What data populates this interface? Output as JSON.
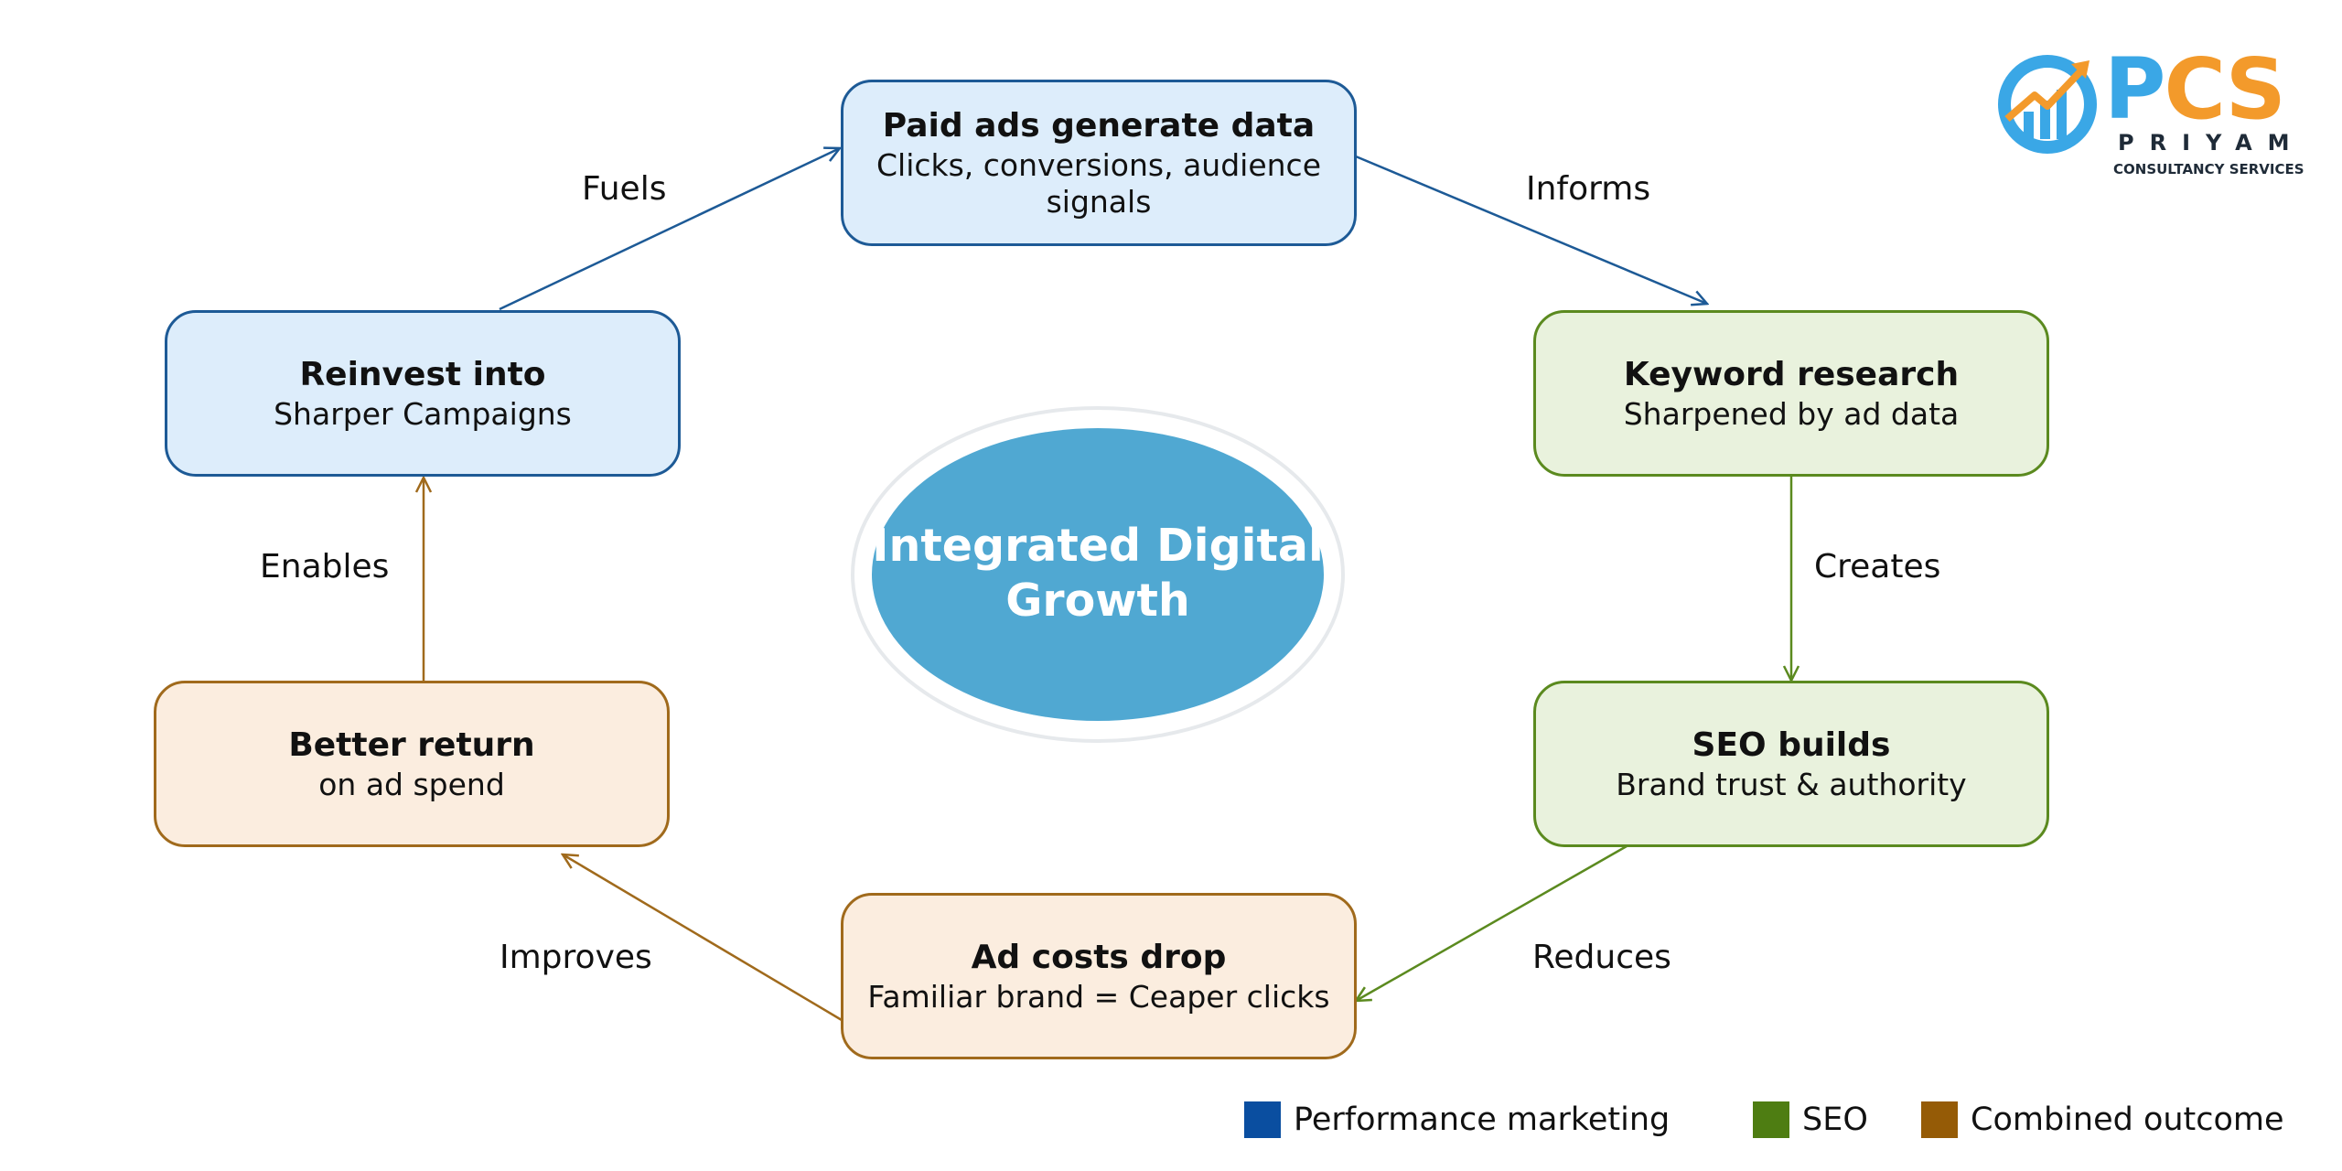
{
  "center": {
    "title": "Integrated Digital\nGrowth",
    "fill_color": "#50a8d2"
  },
  "nodes": [
    {
      "id": "paid-ads",
      "title": "Paid ads generate data",
      "subtitle": "Clicks, conversions, audience\nsignals",
      "category": "performance"
    },
    {
      "id": "keyword-research",
      "title": "Keyword research",
      "subtitle": "Sharpened by ad data",
      "category": "seo"
    },
    {
      "id": "seo-builds",
      "title": "SEO builds",
      "subtitle": "Brand trust & authority",
      "category": "seo"
    },
    {
      "id": "ad-costs",
      "title": "Ad costs drop",
      "subtitle": "Familiar brand = Ceaper clicks",
      "category": "combined"
    },
    {
      "id": "better-return",
      "title": "Better return",
      "subtitle": "on ad spend",
      "category": "combined"
    },
    {
      "id": "reinvest",
      "title": "Reinvest into",
      "subtitle": "Sharper Campaigns",
      "category": "performance"
    }
  ],
  "edges": [
    {
      "from": "paid-ads",
      "to": "keyword-research",
      "label": "Informs",
      "category": "performance"
    },
    {
      "from": "keyword-research",
      "to": "seo-builds",
      "label": "Creates",
      "category": "seo"
    },
    {
      "from": "seo-builds",
      "to": "ad-costs",
      "label": "Reduces",
      "category": "seo"
    },
    {
      "from": "ad-costs",
      "to": "better-return",
      "label": "Improves",
      "category": "combined"
    },
    {
      "from": "better-return",
      "to": "reinvest",
      "label": "Enables",
      "category": "combined"
    },
    {
      "from": "reinvest",
      "to": "paid-ads",
      "label": "Fuels",
      "category": "performance"
    }
  ],
  "legend": [
    {
      "key": "performance",
      "label": "Performance marketing",
      "color": "#0a4ea0"
    },
    {
      "key": "seo",
      "label": "SEO",
      "color": "#4e7d12"
    },
    {
      "key": "combined",
      "label": "Combined outcome",
      "color": "#955b06"
    }
  ],
  "logo": {
    "initials": "PCS",
    "name": "PRIYAM",
    "tagline": "CONSULTANCY SERVICES"
  }
}
